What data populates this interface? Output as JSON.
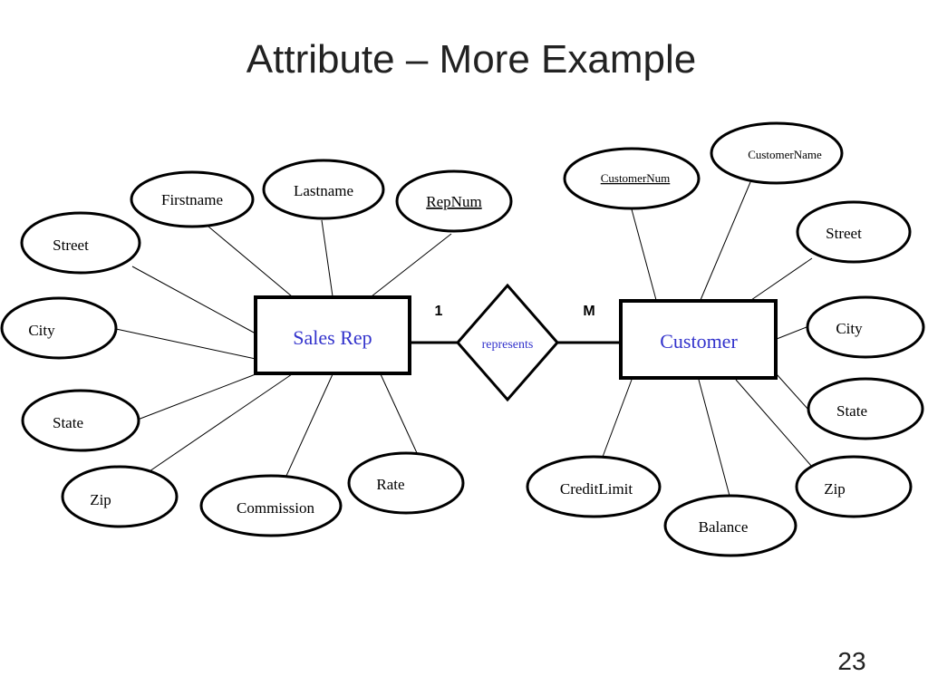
{
  "slide": {
    "title": "Attribute – More Example",
    "page_number": "23"
  },
  "colors": {
    "entity_text": "#3333cc",
    "stroke": "#000000"
  },
  "entities": {
    "sales_rep": "Sales Rep",
    "customer": "Customer"
  },
  "relationship": {
    "label": "represents",
    "card_left": "1",
    "card_right": "M"
  },
  "sales_rep_attributes": {
    "firstname": "Firstname",
    "lastname": "Lastname",
    "repnum": "RepNum",
    "street": "Street",
    "city": "City",
    "state": "State",
    "zip": "Zip",
    "commission": "Commission",
    "rate": "Rate"
  },
  "customer_attributes": {
    "customernum": "CustomerNum",
    "customername": "CustomerName",
    "street": "Street",
    "city": "City",
    "state": "State",
    "zip": "Zip",
    "creditlimit": "CreditLimit",
    "balance": "Balance"
  }
}
